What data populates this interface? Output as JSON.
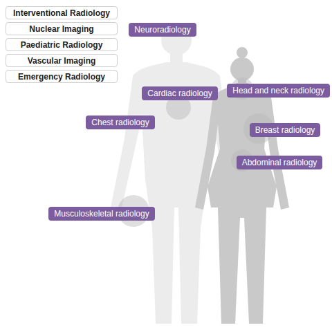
{
  "diagram": {
    "nodes": [
      {
        "text": [
          "Interventional Radiology"
        ]
      },
      {
        "text": [
          "Nuclear Imaging"
        ]
      },
      {
        "text": [
          "Paediatric Radiology"
        ]
      },
      {
        "text": [
          "Vascular Imaging"
        ]
      },
      {
        "text": [
          "Emergency Radiology"
        ]
      },
      {
        "text": [
          "Neuroradiology"
        ]
      },
      {
        "text": [
          "Cardiac radiology"
        ]
      },
      {
        "text": [
          "Head and neck radiology"
        ]
      },
      {
        "text": [
          "Chest radiology"
        ]
      },
      {
        "text": [
          "Breast radiology"
        ]
      },
      {
        "text": [
          "Abdominal radiology"
        ]
      },
      {
        "text": [
          "Musculoskeletal radiology"
        ]
      }
    ]
  }
}
